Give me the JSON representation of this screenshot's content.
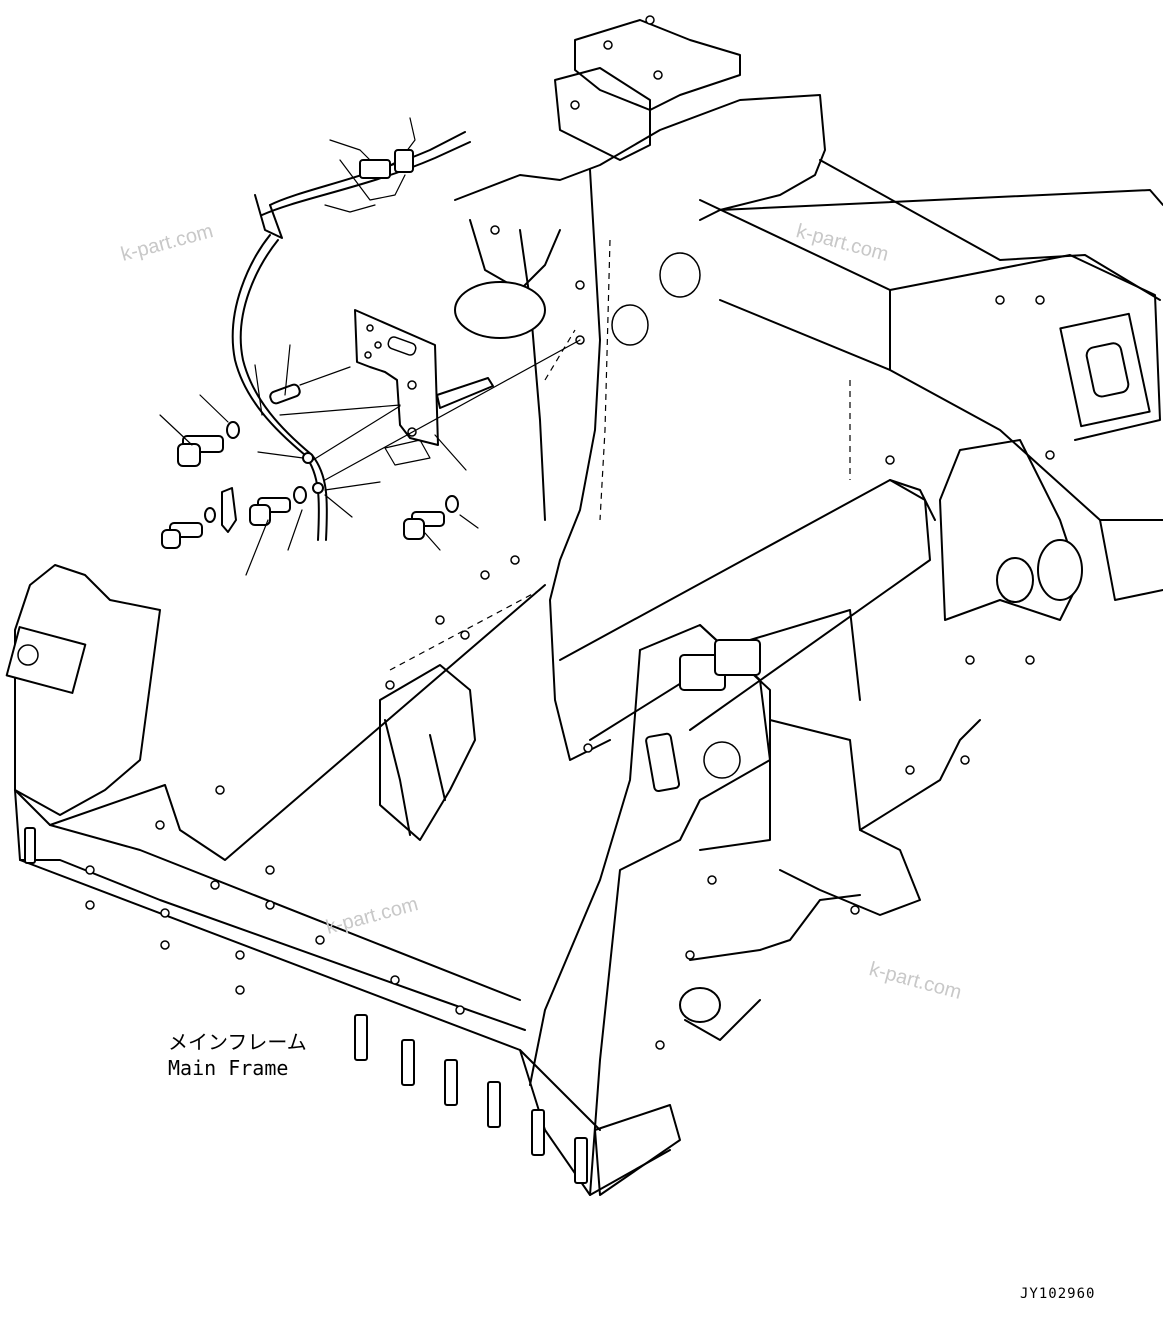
{
  "watermarks": {
    "top_left": "k-part.com",
    "top_right": "k-part.com",
    "center": "k-part.com",
    "bottom_right": "k-part.com"
  },
  "frame_label": {
    "japanese": "メインフレーム",
    "english": "Main Frame"
  },
  "drawing_code": "JY102960"
}
